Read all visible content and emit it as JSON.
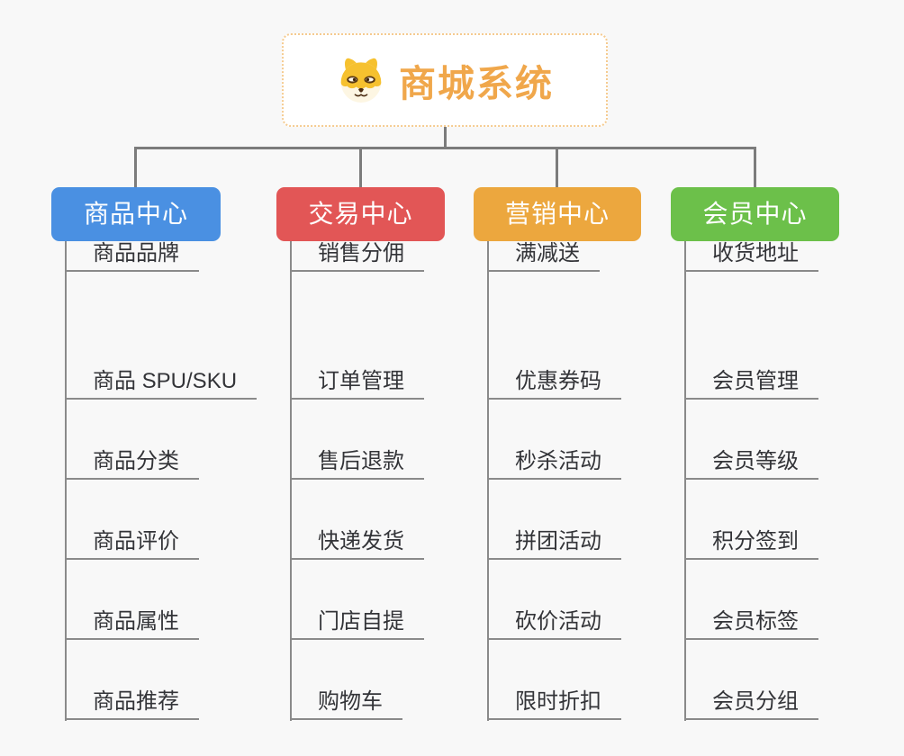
{
  "page": {
    "background_color": "#f8f8f8",
    "connector_color": "#7c7c7c",
    "leaf_line_color": "#8a8a8a"
  },
  "root": {
    "title": "商城系统",
    "icon": "dog-face-icon",
    "text_color": "#f0a74b",
    "border_color": "#f5cb90"
  },
  "branches": [
    {
      "label": "商品中心",
      "color": "#4a90e2",
      "items": [
        "商品 SPU/SKU",
        "商品分类",
        "商品评价",
        "商品属性",
        "商品推荐",
        "商品品牌"
      ]
    },
    {
      "label": "交易中心",
      "color": "#e25656",
      "items": [
        "订单管理",
        "售后退款",
        "快递发货",
        "门店自提",
        "购物车",
        "销售分佣"
      ]
    },
    {
      "label": "营销中心",
      "color": "#eca73e",
      "items": [
        "优惠券码",
        "秒杀活动",
        "拼团活动",
        "砍价活动",
        "限时折扣",
        "满减送"
      ]
    },
    {
      "label": "会员中心",
      "color": "#6cc04a",
      "items": [
        "会员管理",
        "会员等级",
        "积分签到",
        "会员标签",
        "会员分组",
        "收货地址"
      ]
    }
  ]
}
